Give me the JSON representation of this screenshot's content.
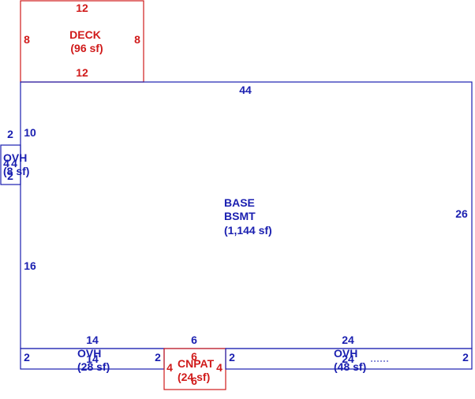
{
  "deck": {
    "label": "DECK",
    "area": "(96 sf)",
    "dim_top": "12",
    "dim_bottom": "12",
    "dim_left": "8",
    "dim_right": "8"
  },
  "base": {
    "label1": "BASE",
    "label2": "BSMT",
    "area": "(1,144 sf)",
    "dim_top": "44",
    "dim_right": "26",
    "dim_left_upper": "10",
    "dim_left_lower": "16",
    "dim_bottom_left": "14",
    "dim_bottom_mid": "6",
    "dim_bottom_right": "24"
  },
  "ovh_left": {
    "label": "OVH",
    "area": "(8 sf)",
    "dim_top": "2",
    "dim_bottom": "2",
    "dim_left": "4",
    "dim_right": "4"
  },
  "ovh_bottom_left": {
    "label": "OVH",
    "area": "(28 sf)",
    "dim_top": "14",
    "dim_left": "2",
    "dim_right": "2"
  },
  "cnpat": {
    "label": "CNPAT",
    "area": "(24 sf)",
    "dim_top": "6",
    "dim_bottom": "6",
    "dim_left": "4",
    "dim_right": "4"
  },
  "ovh_bottom_right": {
    "label": "OVH",
    "area": "(48 sf)",
    "dim_top": "24",
    "dim_left": "2",
    "dim_right": "2"
  }
}
